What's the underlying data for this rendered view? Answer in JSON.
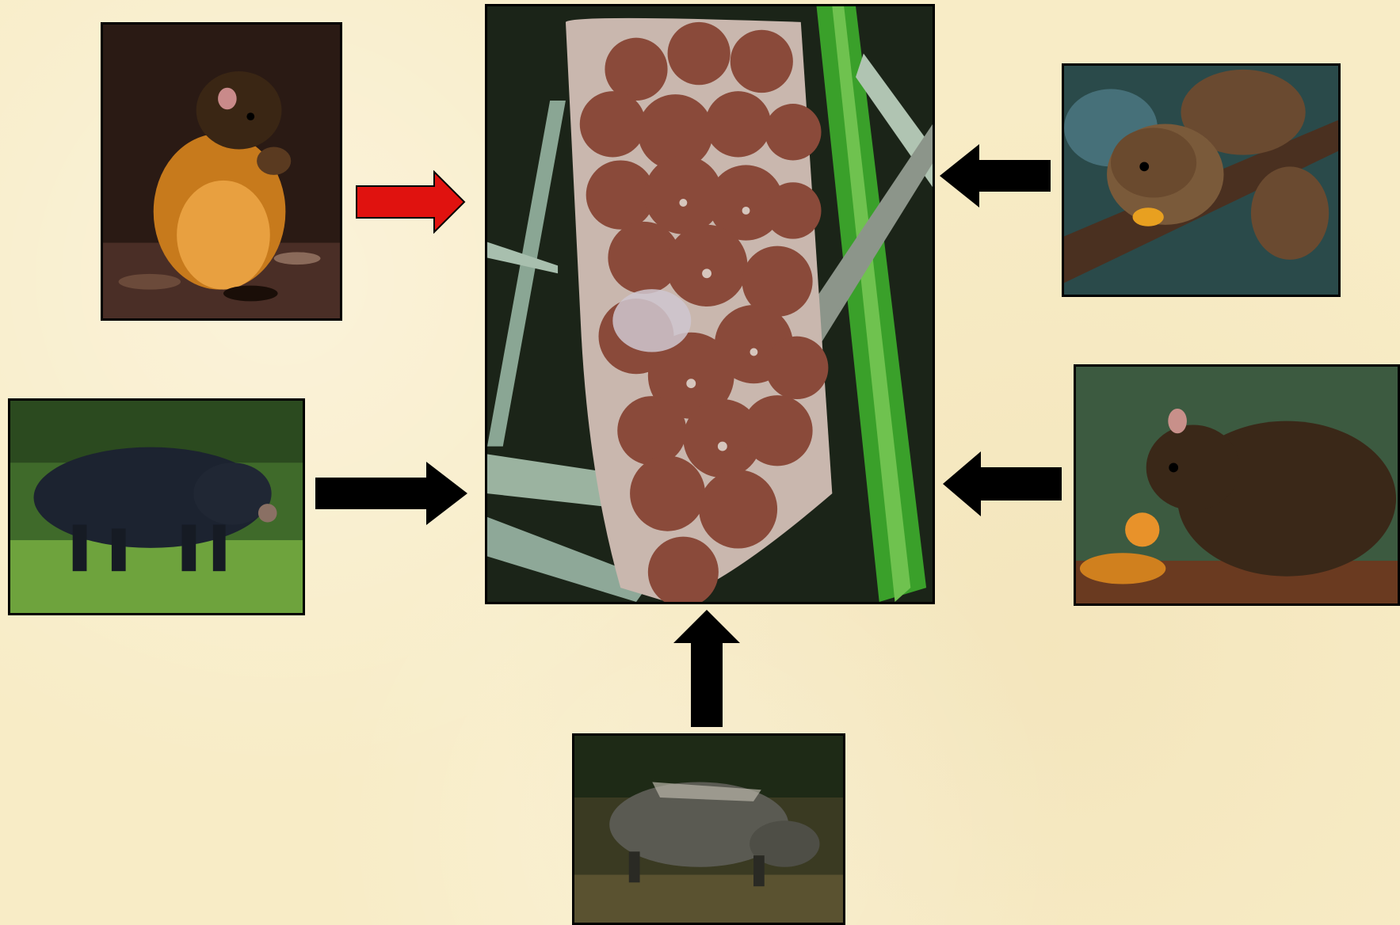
{
  "diagram": {
    "center": {
      "subject": "palm-fruit-cluster"
    },
    "animals": [
      {
        "id": "agouti-red",
        "arrow_color": "#e0120f"
      },
      {
        "id": "peccary-black",
        "arrow_color": "#000000"
      },
      {
        "id": "peccary-collared",
        "arrow_color": "#000000"
      },
      {
        "id": "squirrel",
        "arrow_color": "#000000"
      },
      {
        "id": "agouti-brown",
        "arrow_color": "#000000"
      }
    ]
  },
  "colors": {
    "background": "#f8ecc6",
    "highlight_arrow": "#e0120f",
    "arrow": "#000000",
    "frame": "#000000"
  }
}
